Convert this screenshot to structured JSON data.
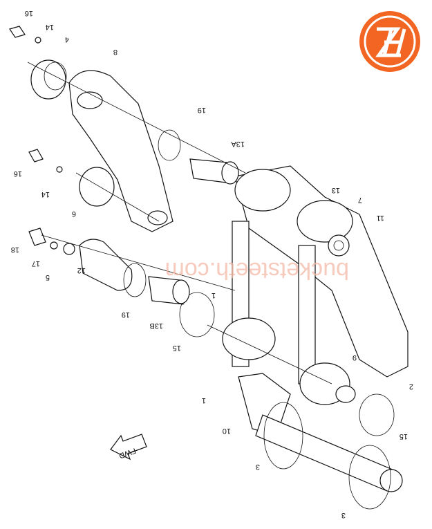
{
  "diagram": {
    "logo_text": "ZH",
    "watermark": "bucketsteeth.com",
    "direction_label": "FWD",
    "brand_color": "#f26522",
    "callouts": [
      "16",
      "14",
      "4",
      "8",
      "19",
      "13A",
      "16",
      "14",
      "6",
      "13",
      "7",
      "11",
      "18",
      "17",
      "5",
      "12",
      "1",
      "19",
      "13B",
      "15",
      "9",
      "2",
      "1",
      "10",
      "15",
      "3",
      "3"
    ]
  }
}
